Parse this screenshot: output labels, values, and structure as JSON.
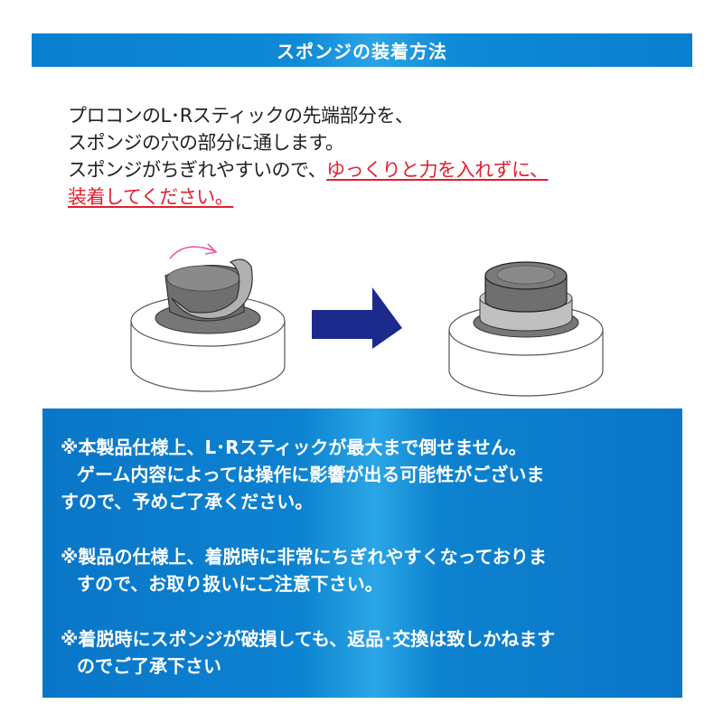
{
  "header": {
    "title": "スポンジの装着方法"
  },
  "instructions": {
    "line1": "プロコンのL･Rスティックの先端部分を、",
    "line2": "スポンジの穴の部分に通します。",
    "line3_black": "スポンジがちぎれやすいので、",
    "line3_red": "ゆっくりと力を入れずに、",
    "line4_red": "装着してください。"
  },
  "illustration": {
    "before_label": "stick-with-sponge-being-fitted",
    "after_label": "stick-with-sponge-fitted",
    "arrow_color": "#1c2a8c",
    "rotate_arrow_color": "#e85aa8"
  },
  "notices": [
    {
      "lines": [
        "※本製品仕様上、L･Rスティックが最大まで倒せません。",
        "ゲーム内容によっては操作に影響が出る可能性がございま",
        "すので、予めご了承ください。"
      ]
    },
    {
      "lines": [
        "※製品の仕様上、着脱時に非常にちぎれやすくなっておりま",
        "すので、お取り扱いにご注意下さい。"
      ]
    },
    {
      "lines": [
        "※着脱時にスポンジが破損しても、返品･交換は致しかねます",
        "のでご了承下さい"
      ]
    }
  ],
  "colors": {
    "banner_blue": "#0a7fd0",
    "warning_red": "#e0202f"
  }
}
